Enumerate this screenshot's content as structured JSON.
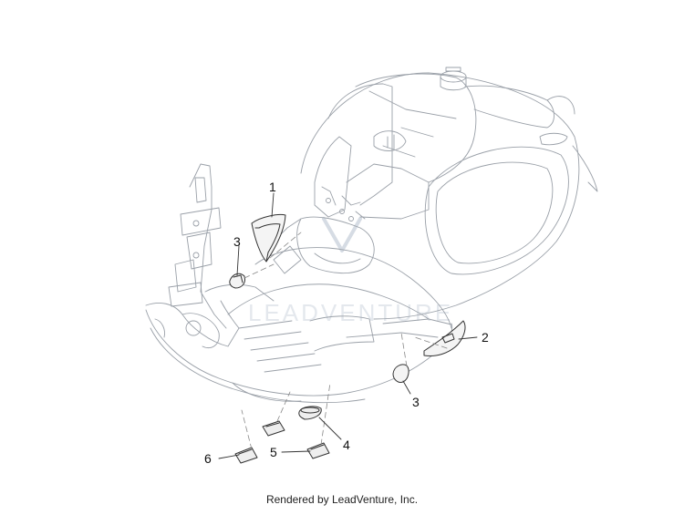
{
  "diagram": {
    "callouts": [
      {
        "id": "c1",
        "label": "1"
      },
      {
        "id": "c2",
        "label": "2"
      },
      {
        "id": "c3a",
        "label": "3"
      },
      {
        "id": "c3b",
        "label": "3"
      },
      {
        "id": "c4",
        "label": "4"
      },
      {
        "id": "c5",
        "label": "5"
      },
      {
        "id": "c6",
        "label": "6"
      }
    ],
    "watermark": "LEADVENTURE",
    "footer": "Rendered by LeadVenture, Inc."
  }
}
